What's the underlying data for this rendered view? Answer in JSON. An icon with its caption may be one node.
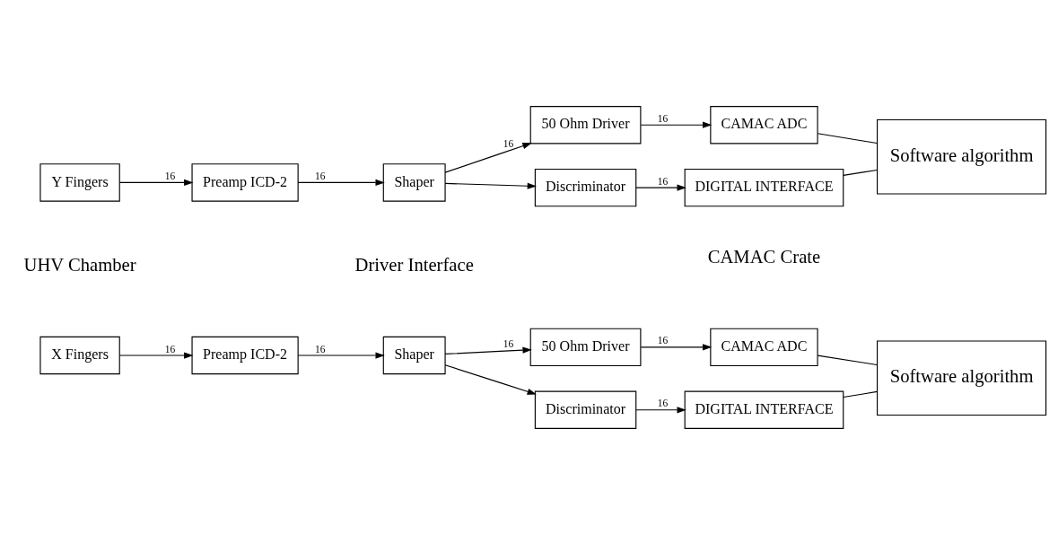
{
  "diagram": {
    "nodes": [
      {
        "text": [
          "X Fingers"
        ]
      },
      {
        "text": [
          "Preamp ICD-2"
        ]
      },
      {
        "text": [
          "Shaper"
        ]
      },
      {
        "text": [
          "50 Ohm Driver"
        ]
      },
      {
        "text": [
          "CAMAC ADC"
        ]
      },
      {
        "text": [
          "Discriminator"
        ]
      },
      {
        "text": [
          "DIGITAL INTERFACE"
        ]
      },
      {
        "text": [
          "Software algorithm"
        ]
      },
      {
        "text": [
          "Y Fingers"
        ]
      },
      {
        "text": [
          "Preamp ICD-2"
        ]
      },
      {
        "text": [
          "Shaper"
        ]
      },
      {
        "text": [
          "50 Ohm Driver"
        ]
      },
      {
        "text": [
          "CAMAC ADC"
        ]
      },
      {
        "text": [
          "Discriminator"
        ]
      },
      {
        "text": [
          "DIGITAL INTERFACE"
        ]
      },
      {
        "text": [
          "Software algorithm"
        ]
      }
    ],
    "edges": [
      {
        "from": 0,
        "to": 1,
        "arrow": "to",
        "label": "16"
      },
      {
        "from": 1,
        "to": 2,
        "arrow": "to",
        "label": "16"
      },
      {
        "from": 2,
        "to": 3,
        "arrow": "to",
        "label": "16"
      },
      {
        "from": 2,
        "to": 5,
        "arrow": "to"
      },
      {
        "from": 3,
        "to": 4,
        "arrow": "to",
        "label": "16"
      },
      {
        "from": 5,
        "to": 6,
        "arrow": "to",
        "label": "16"
      },
      {
        "from": 4,
        "to": 7,
        "arrow": "none"
      },
      {
        "from": 6,
        "to": 7,
        "arrow": "none"
      },
      {
        "from": 8,
        "to": 9,
        "arrow": "to",
        "label": "16"
      },
      {
        "from": 9,
        "to": 10,
        "arrow": "to",
        "label": "16"
      },
      {
        "from": 10,
        "to": 11,
        "arrow": "to",
        "label": "16"
      },
      {
        "from": 10,
        "to": 13,
        "arrow": "to"
      },
      {
        "from": 11,
        "to": 12,
        "arrow": "to",
        "label": "16"
      },
      {
        "from": 13,
        "to": 14,
        "arrow": "to",
        "label": "16"
      },
      {
        "from": 12,
        "to": 15,
        "arrow": "none"
      },
      {
        "from": 14,
        "to": 15,
        "arrow": "none"
      }
    ],
    "labels": [
      "UHV Chamber",
      "Driver Interface",
      "CAMAC Crate"
    ]
  }
}
